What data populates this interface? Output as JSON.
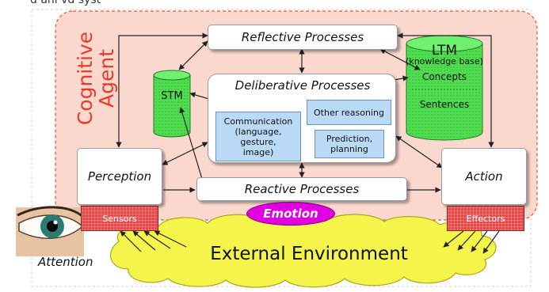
{
  "top_fragment": "d anl vd syst",
  "agent_title": [
    "Cognitive",
    "Agent"
  ],
  "boxes": {
    "reflective": "Reflective Processes",
    "deliberative": "Deliberative Processes",
    "reactive": "Reactive Processes",
    "perception": "Perception",
    "action": "Action"
  },
  "stm": "STM",
  "ltm": {
    "title": "LTM",
    "subtitle": "(knowledge base)",
    "concepts": "Concepts",
    "sentences": "Sentences"
  },
  "subprocesses": {
    "communication": [
      "Communication",
      "(language,",
      "gesture,",
      "image)"
    ],
    "other_reasoning": "Other reasoning",
    "prediction": [
      "Prediction,",
      "planning"
    ]
  },
  "emotion": "Emotion",
  "sensors": "Sensors",
  "effectors": "Effectors",
  "environment": "External Environment",
  "attention": "Attention",
  "colors": {
    "agent_bg": "#fbd8ce",
    "agent_border": "#e05a3a",
    "title": "#e83a2a",
    "cylinder": "#4fdc4f",
    "subprocess": "#b9d9f5",
    "emotion": "#e000e0",
    "cloud": "#f4f44a",
    "sensor": "#e44a4a"
  }
}
